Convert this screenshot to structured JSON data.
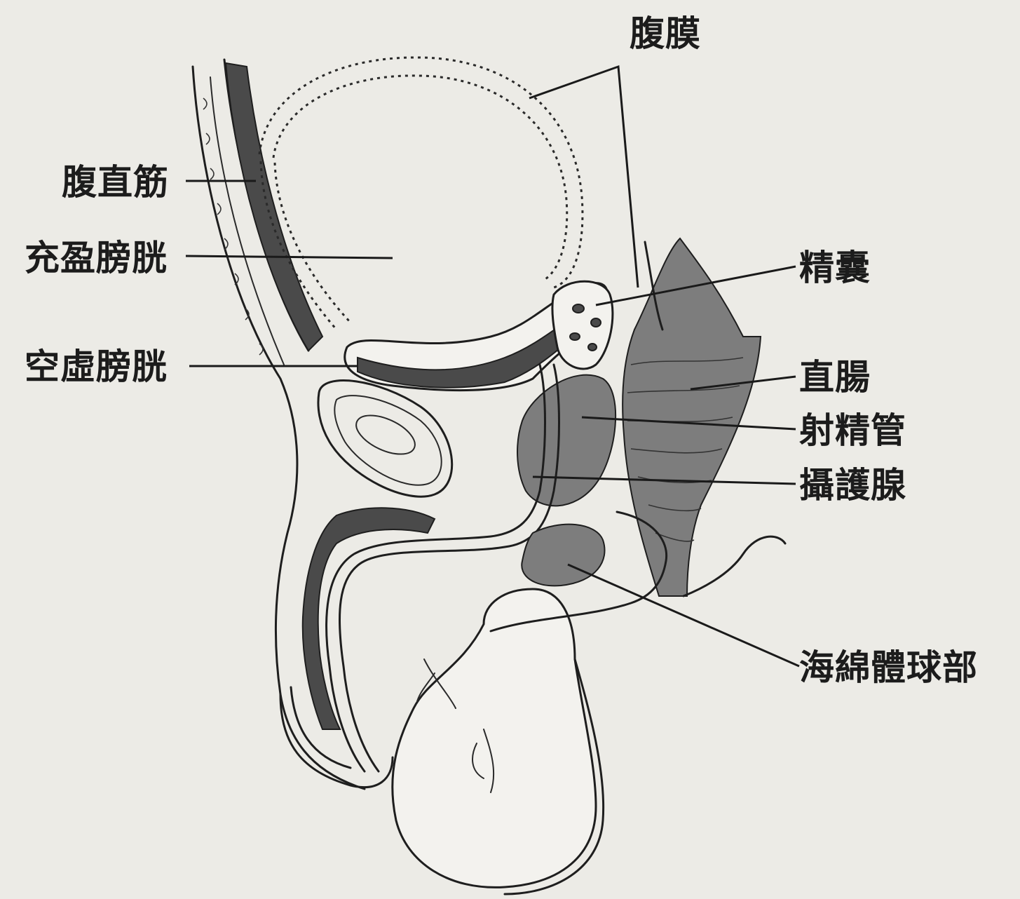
{
  "diagram": {
    "labels": {
      "peritoneum": "腹膜",
      "rectus_abdominis": "腹直筋",
      "full_bladder": "充盈膀胱",
      "empty_bladder": "空虛膀胱",
      "seminal_vesicle": "精囊",
      "rectum": "直腸",
      "ejaculatory_duct": "射精管",
      "prostate": "攝護腺",
      "bulb_of_corpus_spongiosum": "海綿體球部"
    }
  }
}
